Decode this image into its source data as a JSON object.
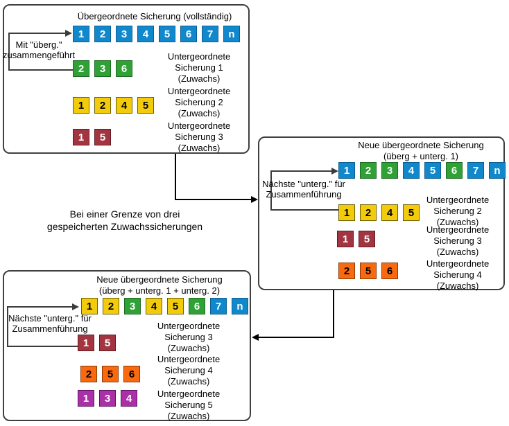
{
  "colors": {
    "blue": "#1288cc",
    "green": "#2fa135",
    "yellow": "#f2cb0d",
    "red": "#a33540",
    "orange": "#f9690f",
    "purple": "#aa30a8",
    "box_border": "#3f3f3f",
    "arrow": "#000000"
  },
  "note": {
    "line1": "Bei einer Grenze von drei",
    "line2": "gespeicherten Zuwachssicherungen"
  },
  "boxes": {
    "box1": {
      "title": "Übergeordnete Sicherung (vollständig)",
      "loop_label_line1": "Mit \"überg.\"",
      "loop_label_line2": "zusammengeführt",
      "full_row": [
        {
          "label": "1",
          "color": "blue"
        },
        {
          "label": "2",
          "color": "blue"
        },
        {
          "label": "3",
          "color": "blue"
        },
        {
          "label": "4",
          "color": "blue"
        },
        {
          "label": "5",
          "color": "blue"
        },
        {
          "label": "6",
          "color": "blue"
        },
        {
          "label": "7",
          "color": "blue"
        },
        {
          "label": "n",
          "color": "blue"
        }
      ],
      "sub_rows": [
        {
          "squares": [
            {
              "label": "2",
              "color": "green"
            },
            {
              "label": "3",
              "color": "green"
            },
            {
              "label": "6",
              "color": "green"
            }
          ],
          "caption": [
            "Untergeordnete",
            "Sicherung 1",
            "(Zuwachs)"
          ]
        },
        {
          "squares": [
            {
              "label": "1",
              "color": "yellow"
            },
            {
              "label": "2",
              "color": "yellow"
            },
            {
              "label": "4",
              "color": "yellow"
            },
            {
              "label": "5",
              "color": "yellow"
            }
          ],
          "caption": [
            "Untergeordnete",
            "Sicherung 2",
            "(Zuwachs)"
          ]
        },
        {
          "squares": [
            {
              "label": "1",
              "color": "red"
            },
            {
              "label": "5",
              "color": "red"
            }
          ],
          "caption": [
            "Untergeordnete",
            "Sicherung 3",
            "(Zuwachs)"
          ]
        }
      ]
    },
    "box2": {
      "title_line1": "Neue übergeordnete Sicherung",
      "title_line2": "(überg + unterg. 1)",
      "loop_label_line1": "Nächste \"unterg.\" für",
      "loop_label_line2": "Zusammenführung",
      "full_row": [
        {
          "label": "1",
          "color": "blue"
        },
        {
          "label": "2",
          "color": "green"
        },
        {
          "label": "3",
          "color": "green"
        },
        {
          "label": "4",
          "color": "blue"
        },
        {
          "label": "5",
          "color": "blue"
        },
        {
          "label": "6",
          "color": "green"
        },
        {
          "label": "7",
          "color": "blue"
        },
        {
          "label": "n",
          "color": "blue"
        }
      ],
      "sub_rows": [
        {
          "squares": [
            {
              "label": "1",
              "color": "yellow"
            },
            {
              "label": "2",
              "color": "yellow"
            },
            {
              "label": "4",
              "color": "yellow"
            },
            {
              "label": "5",
              "color": "yellow"
            }
          ],
          "caption": [
            "Untergeordnete",
            "Sicherung 2",
            "(Zuwachs)"
          ]
        },
        {
          "squares": [
            {
              "label": "1",
              "color": "red"
            },
            {
              "label": "5",
              "color": "red"
            }
          ],
          "caption": [
            "Untergeordnete",
            "Sicherung 3",
            "(Zuwachs)"
          ]
        },
        {
          "squares": [
            {
              "label": "2",
              "color": "orange"
            },
            {
              "label": "5",
              "color": "orange"
            },
            {
              "label": "6",
              "color": "orange"
            }
          ],
          "caption": [
            "Untergeordnete",
            "Sicherung 4",
            "(Zuwachs)"
          ]
        }
      ]
    },
    "box3": {
      "title_line1": "Neue übergeordnete Sicherung",
      "title_line2": "(überg + unterg. 1 + unterg. 2)",
      "loop_label_line1": "Nächste \"unterg.\" für",
      "loop_label_line2": "Zusammenführung",
      "full_row": [
        {
          "label": "1",
          "color": "yellow"
        },
        {
          "label": "2",
          "color": "yellow"
        },
        {
          "label": "3",
          "color": "green"
        },
        {
          "label": "4",
          "color": "yellow"
        },
        {
          "label": "5",
          "color": "yellow"
        },
        {
          "label": "6",
          "color": "green"
        },
        {
          "label": "7",
          "color": "blue"
        },
        {
          "label": "n",
          "color": "blue"
        }
      ],
      "sub_rows": [
        {
          "squares": [
            {
              "label": "1",
              "color": "red"
            },
            {
              "label": "5",
              "color": "red"
            }
          ],
          "caption": [
            "Untergeordnete",
            "Sicherung 3",
            "(Zuwachs)"
          ]
        },
        {
          "squares": [
            {
              "label": "2",
              "color": "orange"
            },
            {
              "label": "5",
              "color": "orange"
            },
            {
              "label": "6",
              "color": "orange"
            }
          ],
          "caption": [
            "Untergeordnete",
            "Sicherung 4",
            "(Zuwachs)"
          ]
        },
        {
          "squares": [
            {
              "label": "1",
              "color": "purple"
            },
            {
              "label": "3",
              "color": "purple"
            },
            {
              "label": "4",
              "color": "purple"
            }
          ],
          "caption": [
            "Untergeordnete",
            "Sicherung 5",
            "(Zuwachs)"
          ]
        }
      ]
    }
  }
}
